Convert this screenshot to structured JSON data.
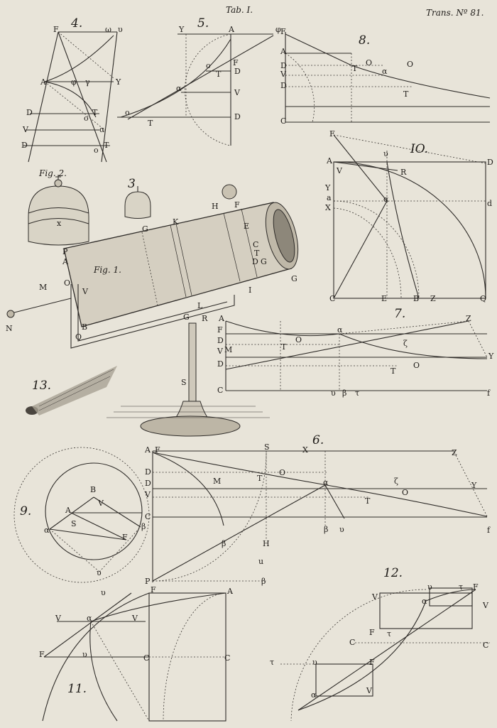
{
  "header": {
    "plate": "Tab. I.",
    "journal": "Trans. Nº 81."
  },
  "figures": [
    {
      "id": "fig-4",
      "number": "4.",
      "labels": [
        "F",
        "υ",
        "ω",
        "A",
        "φ",
        "γ",
        "Y",
        "D",
        "T",
        "o",
        "V",
        "α",
        "D",
        "o",
        "T"
      ]
    },
    {
      "id": "fig-5",
      "number": "5.",
      "labels": [
        "Y",
        "A",
        "φ",
        "F",
        "o",
        "T",
        "D",
        "α",
        "V",
        "o",
        "T",
        "D"
      ]
    },
    {
      "id": "fig-8",
      "number": "8.",
      "labels": [
        "F",
        "A",
        "D",
        "V",
        "D",
        "C",
        "T",
        "O",
        "α",
        "O",
        "T"
      ]
    },
    {
      "id": "fig-10",
      "number": "IO.",
      "labels": [
        "F",
        "A",
        "υ",
        "D",
        "R",
        "V",
        "Y",
        "a",
        "X",
        "α",
        "d",
        "C",
        "E",
        "B",
        "Z",
        "Q"
      ]
    },
    {
      "id": "fig-7",
      "number": "7.",
      "labels": [
        "A",
        "Z",
        "F",
        "D",
        "M",
        "V",
        "D",
        "T",
        "O",
        "α",
        "ζ",
        "T",
        "O",
        "Y",
        "C",
        "υ",
        "β",
        "τ",
        "f"
      ]
    },
    {
      "id": "fig-6",
      "number": "6.",
      "labels": [
        "A",
        "F",
        "S",
        "X",
        "Z",
        "D",
        "D",
        "V",
        "C",
        "M",
        "T",
        "O",
        "α",
        "ζ",
        "O",
        "T",
        "Y",
        "β",
        "H",
        "β",
        "υ",
        "f",
        "P",
        "u",
        "β"
      ]
    },
    {
      "id": "fig-9",
      "number": "9.",
      "labels": [
        "B",
        "V",
        "A",
        "S",
        "α",
        "β",
        "F",
        "υ"
      ]
    },
    {
      "id": "fig-11",
      "number": "11.",
      "labels": [
        "F",
        "A",
        "υ",
        "V",
        "α",
        "V",
        "F",
        "υ",
        "C",
        "C"
      ]
    },
    {
      "id": "fig-12",
      "number": "12.",
      "labels": [
        "υ",
        "τ",
        "F",
        "V",
        "α",
        "V",
        "F",
        "τ",
        "C",
        "C",
        "τ",
        "υ",
        "F",
        "α",
        "V"
      ]
    },
    {
      "id": "fig-2",
      "number": "Fig. 2.",
      "labels": [
        "x"
      ]
    },
    {
      "id": "fig-3",
      "number": "3",
      "labels": []
    },
    {
      "id": "fig-1",
      "number": "Fig. 1.",
      "labels": [
        "P",
        "A",
        "O",
        "V",
        "G",
        "K",
        "H",
        "F",
        "E",
        "C",
        "T",
        "D",
        "G",
        "G",
        "I",
        "L",
        "G",
        "R",
        "B",
        "Q",
        "M",
        "N",
        "S"
      ]
    },
    {
      "id": "fig-13",
      "number": "13.",
      "labels": []
    }
  ]
}
